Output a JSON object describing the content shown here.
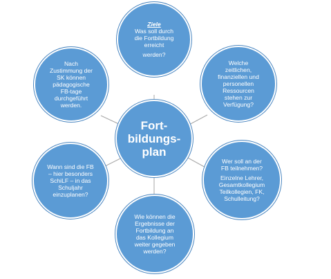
{
  "diagram": {
    "center": {
      "line1": "Fort-",
      "line2": "bildungs-",
      "line3": "plan"
    },
    "nodes": {
      "top": {
        "heading": "Ziele",
        "line1": "Was soll durch",
        "line2": "die Fortbildung",
        "line3": "erreicht",
        "line4": "werden?"
      },
      "top_right": {
        "line1": "Welche",
        "line2": "zeitlichen,",
        "line3": "finanziellen und",
        "line4": "personellen",
        "line5": "Ressourcen",
        "line6": "stehen zur",
        "line7": "Verfügung?"
      },
      "bottom_right": {
        "line1": "Wer soll an der",
        "line2": "FB teilnehmen?",
        "line3": "Einzelne Lehrer,",
        "line4": "Gesamtkollegium",
        "line5": "Teilkollegien, FK,",
        "line6": "Schulleitung?"
      },
      "bottom": {
        "line1": "Wie können die",
        "line2": "Ergebnisse der",
        "line3": "Fortbildung an",
        "line4": "das Kollegium",
        "line5": "weiter gegeben",
        "line6": "werden?"
      },
      "bottom_left": {
        "line1": "Wann sind die FB",
        "line2": "– hier besonders",
        "line3": "SchiLF – in das",
        "line4": "Schuljahr",
        "line5": "einzuplanen?"
      },
      "top_left": {
        "line1": "Nach",
        "line2": "Zustimmung der",
        "line3": "SK können",
        "line4": "pädagogische",
        "line5": "FB-tage",
        "line6": "durchgeführt",
        "line7": "werden."
      }
    },
    "colors": {
      "fill": "#5b9bd5",
      "outline": "#4a86c0",
      "connector": "#a6a6a6"
    }
  }
}
